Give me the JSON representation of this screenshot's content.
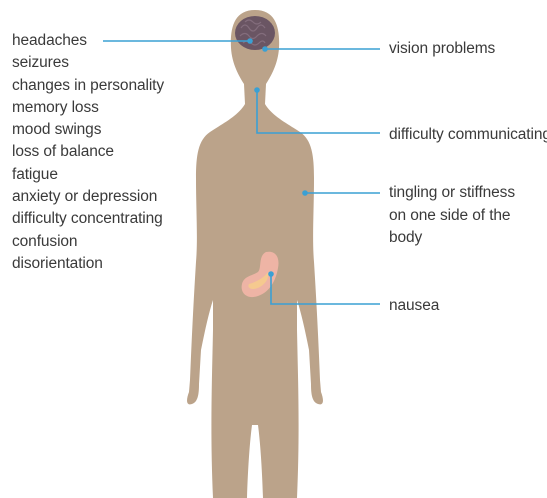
{
  "symptoms_list": [
    "headaches",
    "seizures",
    "changes in personality",
    "memory loss",
    "mood swings",
    "loss of balance",
    "fatigue",
    "anxiety or depression",
    "difficulty concentrating",
    "confusion",
    "disorientation"
  ],
  "callouts": {
    "vision": "vision problems",
    "communicating": "difficulty communicating",
    "tingling_line1": "tingling or stiffness",
    "tingling_line2": "on one side of the",
    "tingling_line3": "body",
    "nausea": "nausea"
  },
  "colors": {
    "body": "#bba38a",
    "brain": "#6a5563",
    "stomach": "#f0b5a6",
    "stomach_highlight": "#f5c98f",
    "leader_line": "#3aa0d4",
    "text": "#3a3a3a"
  }
}
